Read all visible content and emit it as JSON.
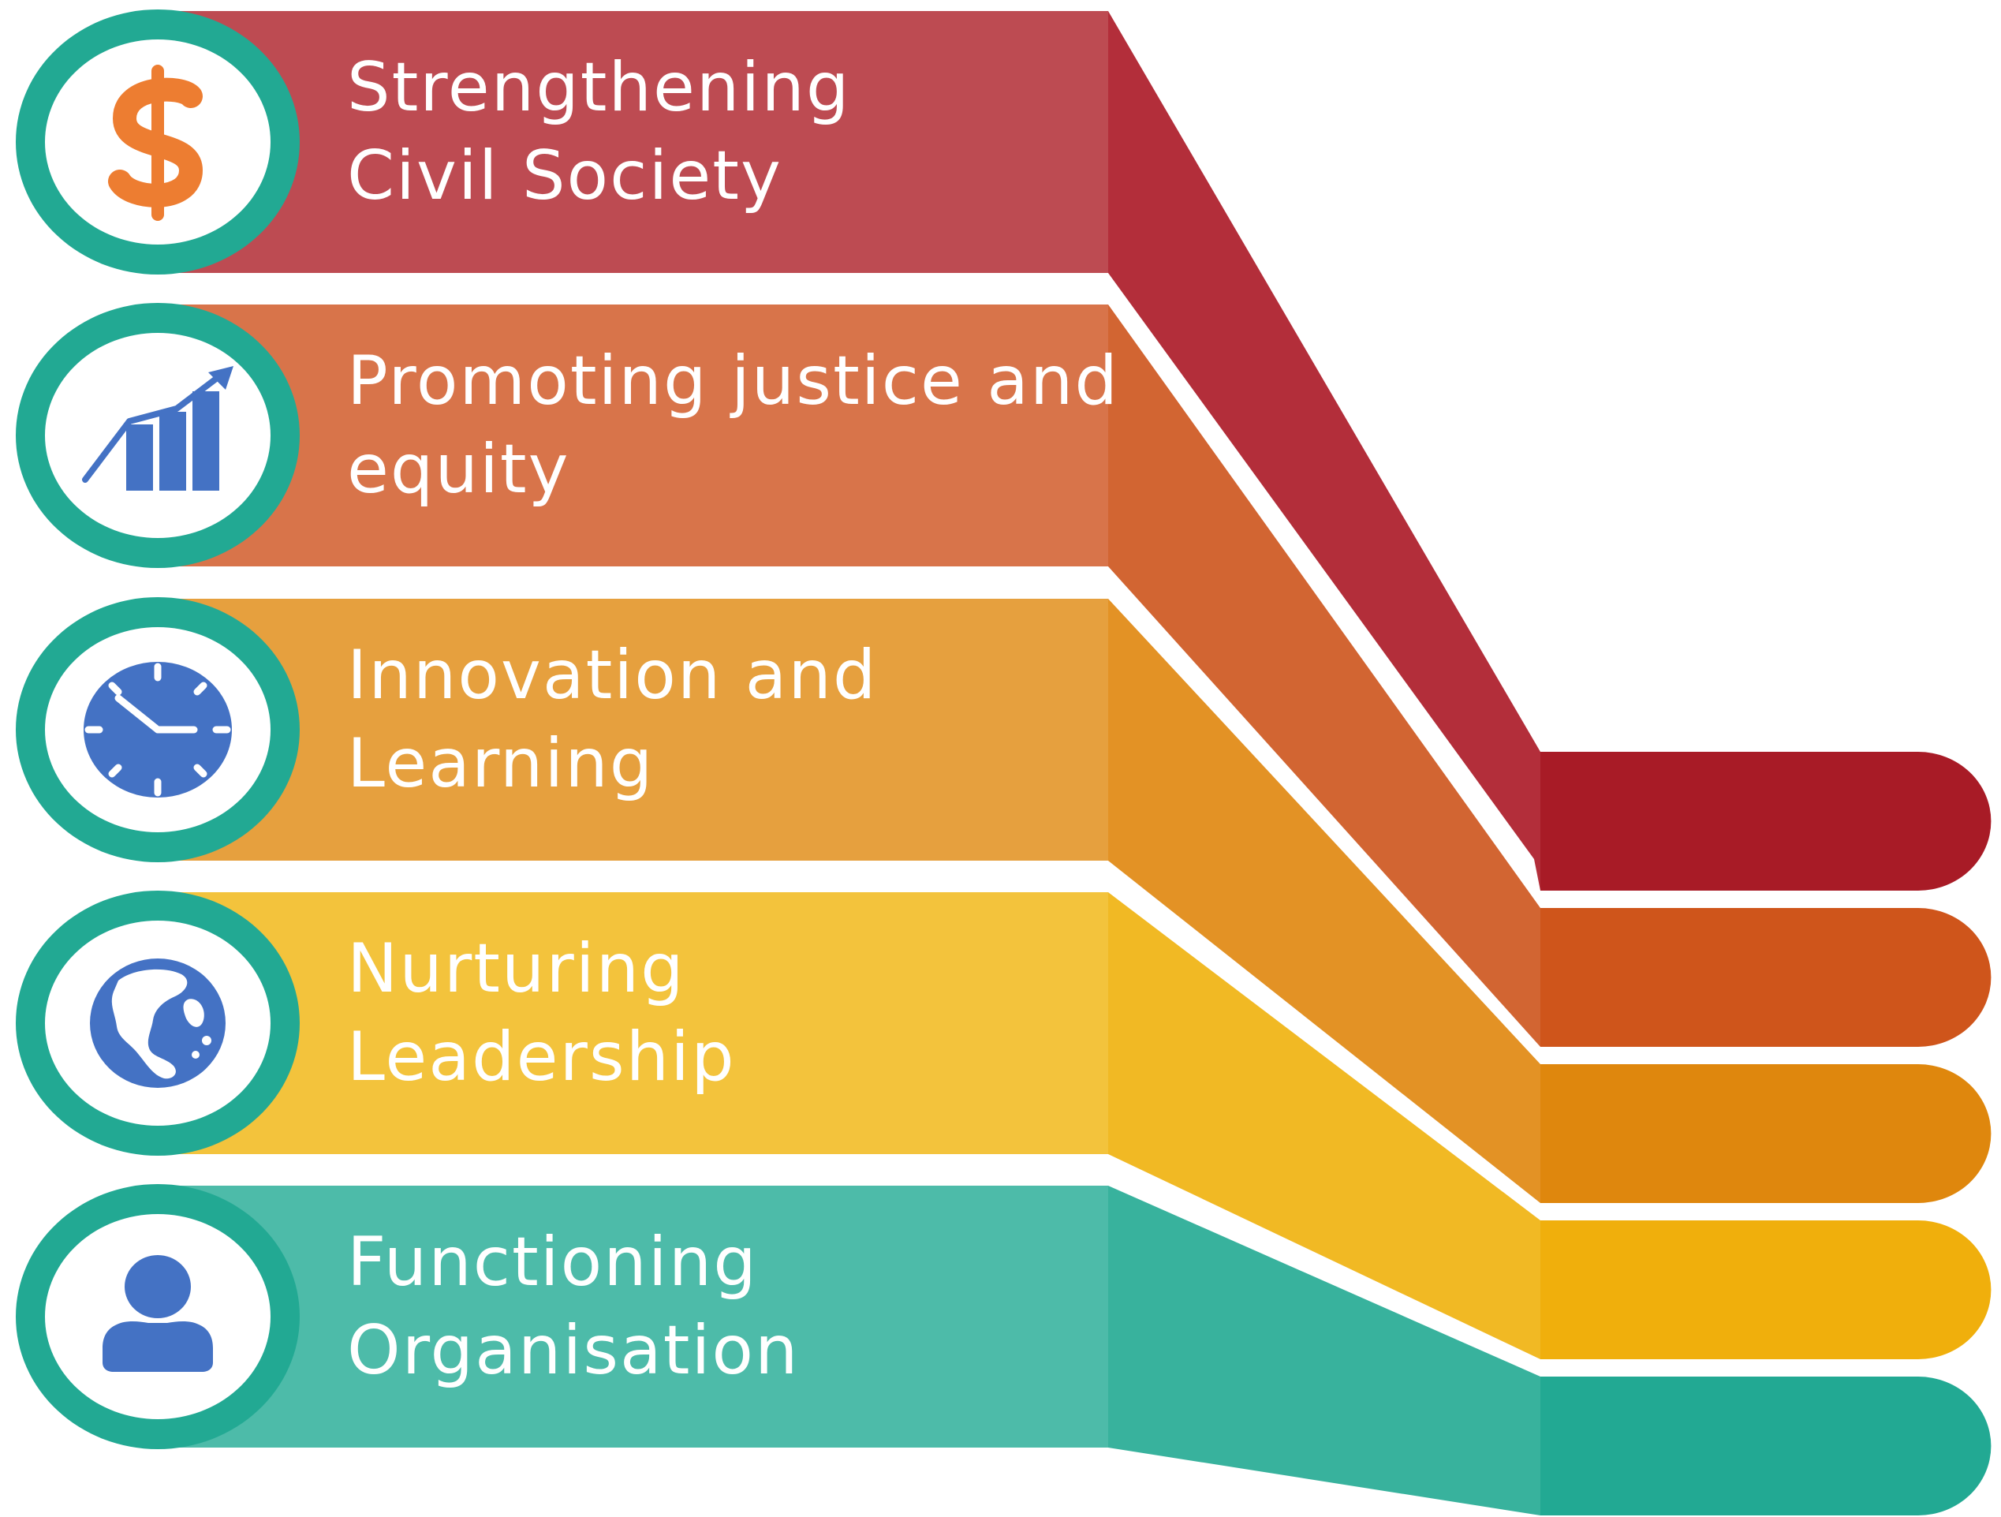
{
  "colors": {
    "ring": "#22a993",
    "icon_blue": "#4472c4",
    "icon_orange": "#ed7d31",
    "white": "#ffffff"
  },
  "bands": [
    {
      "id": "strengthening-civil-society",
      "lines": [
        "Strengthening",
        "Civil Society"
      ],
      "icon": "dollar-sign-icon",
      "color_band": "#bd4b52",
      "color_slope": "#b32e3a",
      "color_tab": "#a81b26"
    },
    {
      "id": "promoting-justice-and-equity",
      "lines": [
        "Promoting justice and",
        "equity"
      ],
      "icon": "growth-chart-icon",
      "color_band": "#d8744a",
      "color_slope": "#d26532",
      "color_tab": "#cf551b"
    },
    {
      "id": "innovation-and-learning",
      "lines": [
        "Innovation and",
        "Learning"
      ],
      "icon": "clock-icon",
      "color_band": "#e6a03e",
      "color_slope": "#e39225",
      "color_tab": "#df870d"
    },
    {
      "id": "nurturing-leadership",
      "lines": [
        "Nurturing",
        "Leadership"
      ],
      "icon": "globe-icon",
      "color_band": "#f3c33c",
      "color_slope": "#f1b924",
      "color_tab": "#f0af0c"
    },
    {
      "id": "functioning-organisation",
      "lines": [
        "Functioning",
        "Organisation"
      ],
      "icon": "person-icon",
      "color_band": "#4dbba9",
      "color_slope": "#38b29d",
      "color_tab": "#22a993"
    }
  ]
}
